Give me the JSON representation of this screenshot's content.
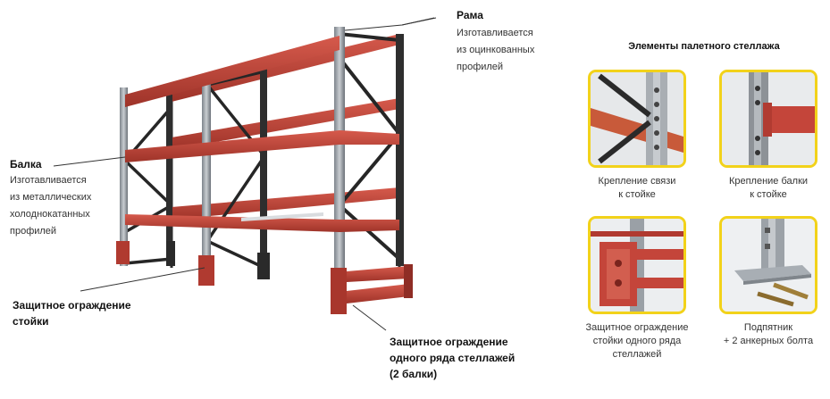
{
  "callouts": {
    "rama": {
      "title": "Рама",
      "lines": [
        "Изготавливается",
        "из оцинкованных",
        "профилей"
      ]
    },
    "balka": {
      "title": "Балка",
      "lines": [
        "Изготавливается",
        "из металлических",
        "холоднокатанных",
        "профилей"
      ]
    },
    "guard_post": {
      "lines": [
        "Защитное ограждение",
        "стойки"
      ]
    },
    "guard_row": {
      "lines": [
        "Защитное ограждение",
        "одного ряда стеллажей",
        "(2 балки)"
      ]
    }
  },
  "elements_panel": {
    "title": "Элементы палетного стеллажа",
    "items": [
      {
        "caption": [
          "Крепление связи",
          "к стойке"
        ],
        "icon": "brace-joint-icon"
      },
      {
        "caption": [
          "Крепление балки",
          "к стойке"
        ],
        "icon": "beam-joint-icon"
      },
      {
        "caption": [
          "Защитное ограждение",
          "стойки одного ряда",
          "стеллажей"
        ],
        "icon": "post-guard-icon"
      },
      {
        "caption": [
          "Подпятник",
          "+ 2 анкерных болта"
        ],
        "icon": "baseplate-icon"
      }
    ]
  },
  "colors": {
    "accent_border": "#f2d21a",
    "beam": "#c4453a",
    "frame": "#2b2b2b",
    "upright": "#9aa0a6"
  }
}
